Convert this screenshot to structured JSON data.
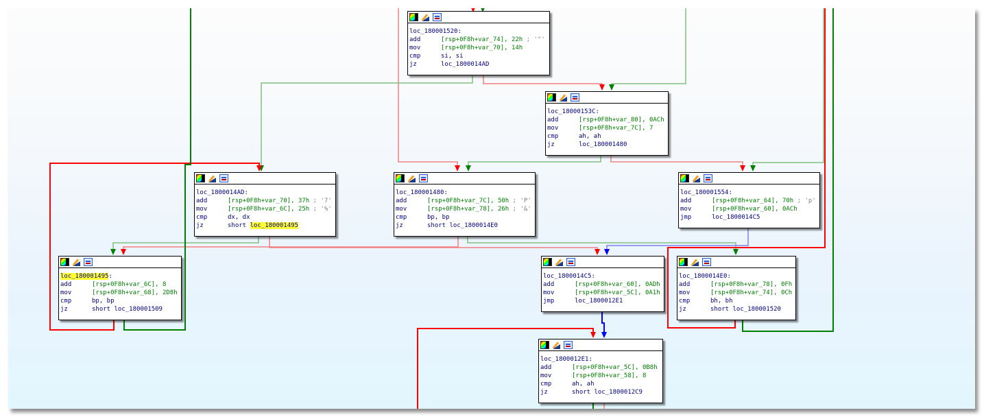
{
  "view": {
    "type": "IDA graph view",
    "edge_colors": {
      "true_branch": "#008000",
      "false_branch": "#ff0000",
      "unconditional": "#0000ff",
      "true_branch_faded": "#80c080",
      "false_branch_faded": "#f08080",
      "unconditional_faded": "#8080f0"
    },
    "highlight_color": "#ffff33",
    "highlighted_token": "loc_180001495"
  },
  "node_header_icons": [
    "color-palette-icon",
    "edit-pencil-icon",
    "graph-overview-icon"
  ],
  "nodes": [
    {
      "id": "n1520",
      "label": "loc_180001520:",
      "lines": [
        {
          "mnem": "add",
          "op": "[rsp+0F8h+var_74], 22h",
          "comment": "; '\"'"
        },
        {
          "mnem": "mov",
          "op": "[rsp+0F8h+var_70], 14h",
          "comment": ""
        },
        {
          "mnem": "cmp",
          "op": "si, si",
          "comment": ""
        },
        {
          "mnem": "jz",
          "op": "loc_1800014AD",
          "comment": ""
        }
      ]
    },
    {
      "id": "n153C",
      "label": "loc_18000153C:",
      "lines": [
        {
          "mnem": "add",
          "op": "[rsp+0F8h+var_80], 0ACh",
          "comment": ""
        },
        {
          "mnem": "mov",
          "op": "[rsp+0F8h+var_7C], 7",
          "comment": ""
        },
        {
          "mnem": "cmp",
          "op": "ah, ah",
          "comment": ""
        },
        {
          "mnem": "jz",
          "op": "loc_180001480",
          "comment": ""
        }
      ]
    },
    {
      "id": "n14AD",
      "label": "loc_1800014AD:",
      "lines": [
        {
          "mnem": "add",
          "op": "[rsp+0F8h+var_70], 37h",
          "comment": "; '7'"
        },
        {
          "mnem": "mov",
          "op": "[rsp+0F8h+var_6C], 25h",
          "comment": "; '%'"
        },
        {
          "mnem": "cmp",
          "op": "dx, dx",
          "comment": ""
        },
        {
          "mnem": "jz",
          "op_prefix": "short ",
          "op": "loc_180001495",
          "comment": "",
          "highlight": true
        }
      ]
    },
    {
      "id": "n1480",
      "label": "loc_180001480:",
      "lines": [
        {
          "mnem": "add",
          "op": "[rsp+0F8h+var_7C], 50h",
          "comment": "; 'P'"
        },
        {
          "mnem": "mov",
          "op": "[rsp+0F8h+var_78], 26h",
          "comment": "; '&'"
        },
        {
          "mnem": "cmp",
          "op": "bp, bp",
          "comment": ""
        },
        {
          "mnem": "jz",
          "op": "short loc_1800014E0",
          "comment": ""
        }
      ]
    },
    {
      "id": "n1554",
      "label": "loc_180001554:",
      "lines": [
        {
          "mnem": "add",
          "op": "[rsp+0F8h+var_64], 70h",
          "comment": "; 'p'"
        },
        {
          "mnem": "mov",
          "op": "[rsp+0F8h+var_60], 0ACh",
          "comment": ""
        },
        {
          "mnem": "jmp",
          "op": "loc_1800014C5",
          "comment": ""
        }
      ]
    },
    {
      "id": "n1495",
      "label": "loc_180001495",
      "label_suffix": ":",
      "label_highlight": true,
      "lines": [
        {
          "mnem": "add",
          "op": "[rsp+0F8h+var_6C], 8",
          "comment": ""
        },
        {
          "mnem": "mov",
          "op": "[rsp+0F8h+var_68], 2D8h",
          "comment": ""
        },
        {
          "mnem": "cmp",
          "op": "bp, bp",
          "comment": ""
        },
        {
          "mnem": "jz",
          "op": "short loc_180001509",
          "comment": ""
        }
      ]
    },
    {
      "id": "n14C5",
      "label": "loc_1800014C5:",
      "lines": [
        {
          "mnem": "add",
          "op": "[rsp+0F8h+var_60], 0ADh",
          "comment": ""
        },
        {
          "mnem": "mov",
          "op": "[rsp+0F8h+var_5C], 0A1h",
          "comment": ""
        },
        {
          "mnem": "jmp",
          "op": "loc_1800012E1",
          "comment": ""
        }
      ]
    },
    {
      "id": "n14E0",
      "label": "loc_1800014E0:",
      "lines": [
        {
          "mnem": "add",
          "op": "[rsp+0F8h+var_78], 0Fh",
          "comment": ""
        },
        {
          "mnem": "mov",
          "op": "[rsp+0F8h+var_74], 0Ch",
          "comment": ""
        },
        {
          "mnem": "cmp",
          "op": "bh, bh",
          "comment": ""
        },
        {
          "mnem": "jz",
          "op": "short loc_180001520",
          "comment": ""
        }
      ]
    },
    {
      "id": "n12E1",
      "label": "loc_1800012E1:",
      "lines": [
        {
          "mnem": "add",
          "op": "[rsp+0F8h+var_5C], 0B8h",
          "comment": ""
        },
        {
          "mnem": "mov",
          "op": "[rsp+0F8h+var_58], 8",
          "comment": ""
        },
        {
          "mnem": "cmp",
          "op": "ah, ah",
          "comment": ""
        },
        {
          "mnem": "jz",
          "op": "short loc_1800012C9",
          "comment": ""
        }
      ]
    }
  ],
  "edges": [
    {
      "from": "n1520",
      "to": "n14AD",
      "kind": "true_branch_faded"
    },
    {
      "from": "n1520",
      "to": "n153C",
      "kind": "false_branch_faded"
    },
    {
      "from": "n153C",
      "to": "n1480",
      "kind": "true_branch_faded"
    },
    {
      "from": "n153C",
      "to": "n1554",
      "kind": "false_branch_faded"
    },
    {
      "from": "n14AD",
      "to": "n1495",
      "kind": "true_branch_faded"
    },
    {
      "from": "n14AD",
      "to": "n14C5",
      "kind": "false_branch_faded"
    },
    {
      "from": "n1480",
      "to": "n14E0",
      "kind": "true_branch_faded"
    },
    {
      "from": "n1480",
      "to": "n1495",
      "kind": "false_branch_faded"
    },
    {
      "from": "n1554",
      "to": "n14C5",
      "kind": "unconditional_faded"
    },
    {
      "from": "n1495",
      "to": "n14AD",
      "kind": "false_branch"
    },
    {
      "from": "n1495",
      "to": "offscreen-top",
      "kind": "true_branch"
    },
    {
      "from": "n14C5",
      "to": "n12E1",
      "kind": "unconditional"
    },
    {
      "from": "n14E0",
      "to": "n12E1",
      "kind": "false_branch"
    },
    {
      "from": "n14E0",
      "to": "offscreen-top",
      "kind": "true_branch"
    }
  ]
}
